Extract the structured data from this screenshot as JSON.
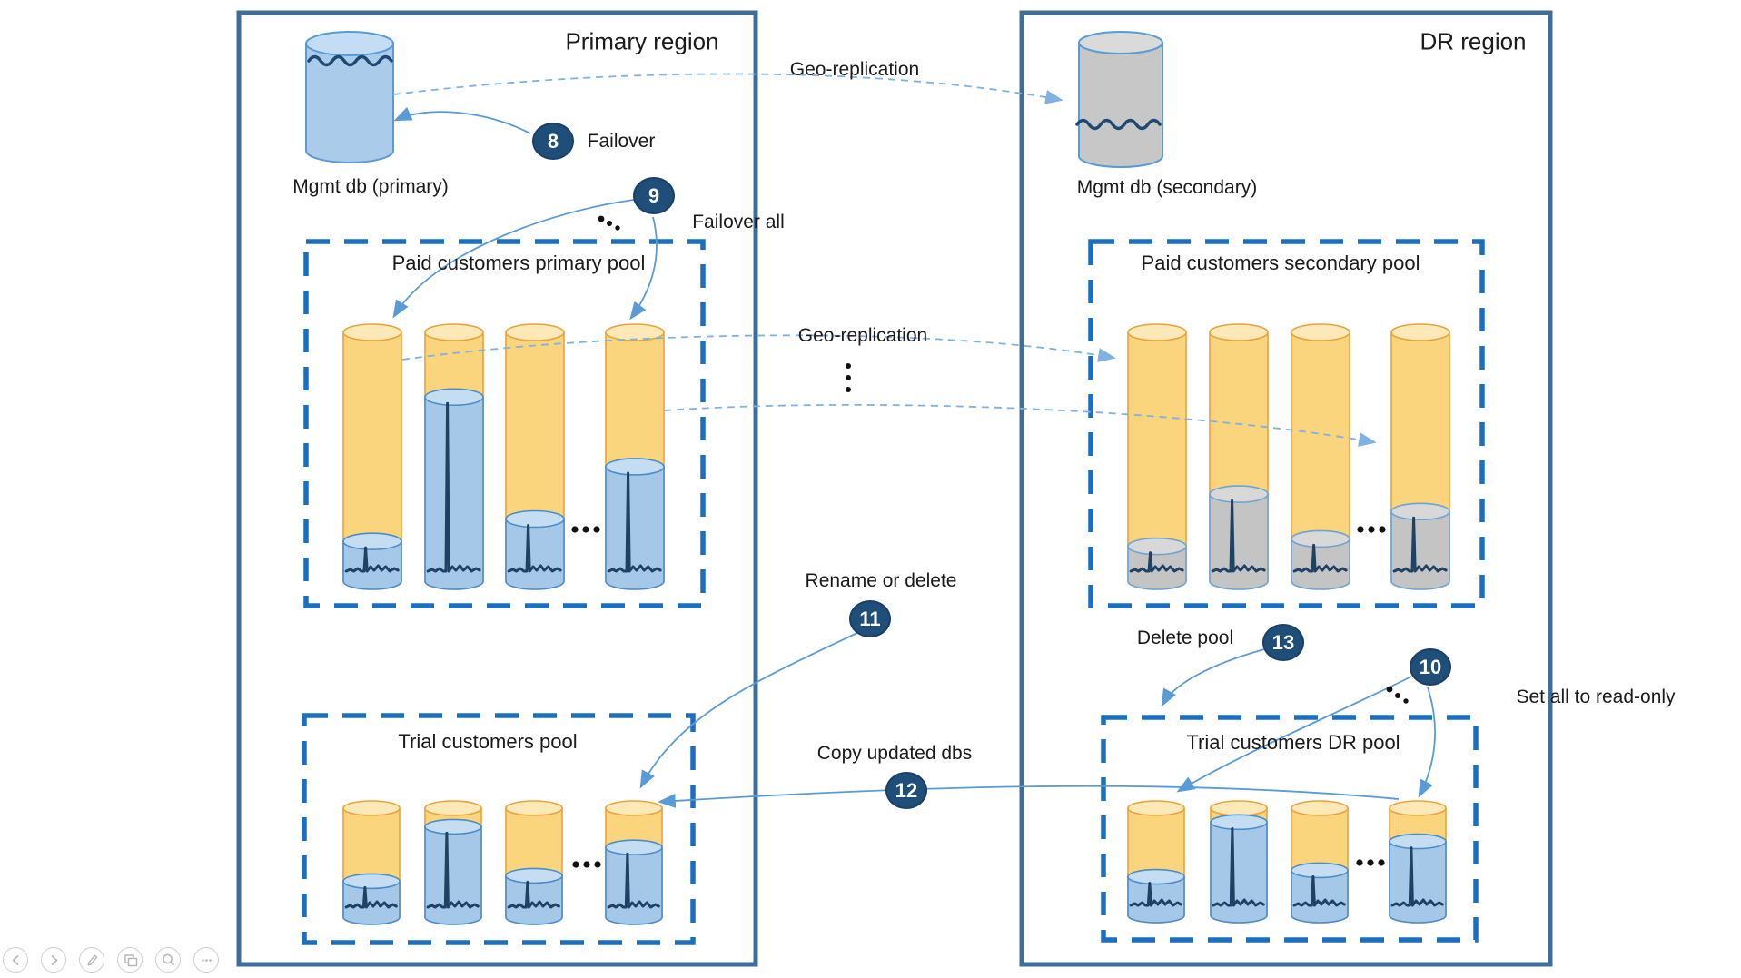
{
  "slide": {
    "primary_region": {
      "title": "Primary region",
      "mgmt_db_label": "Mgmt db (primary)"
    },
    "dr_region": {
      "title": "DR region",
      "mgmt_db_label": "Mgmt db (secondary)"
    },
    "geo_replication_top_label": "Geo-replication",
    "geo_replication_mid_label": "Geo-replication",
    "pools": [
      {
        "key": "paid_primary",
        "label": "Paid customers primary pool",
        "db_fill_style": "blue",
        "db_usage": [
          0.16,
          0.74,
          0.25,
          0.46
        ]
      },
      {
        "key": "paid_secondary",
        "label": "Paid customers secondary pool",
        "db_fill_style": "gray",
        "db_usage": [
          0.14,
          0.35,
          0.17,
          0.28
        ]
      },
      {
        "key": "trial_primary",
        "label": "Trial customers pool",
        "db_fill_style": "blue",
        "db_usage": [
          0.33,
          0.83,
          0.38,
          0.64
        ]
      },
      {
        "key": "trial_dr",
        "label": "Trial customers DR pool",
        "db_fill_style": "blue",
        "db_usage": [
          0.36,
          0.87,
          0.42,
          0.69
        ]
      }
    ],
    "steps": [
      {
        "number": "8",
        "label": "Failover"
      },
      {
        "number": "9",
        "label": "Failover all"
      },
      {
        "number": "10",
        "label": "Set all to read-only"
      },
      {
        "number": "11",
        "label": "Rename or delete"
      },
      {
        "number": "12",
        "label": "Copy updated dbs"
      },
      {
        "number": "13",
        "label": "Delete pool"
      }
    ]
  },
  "toolbar": {
    "icons": [
      "previous-slide",
      "next-slide",
      "pen",
      "see-all-slides",
      "zoom",
      "more-options"
    ]
  },
  "colors": {
    "region_border": "#3F6C99",
    "pool_border": "#1B6FC1",
    "connector": "#5B9BD5",
    "dashed_connector": "#7FB2E2",
    "badge_fill": "#1F4E79",
    "db_capacity": "#FBD47E",
    "db_used_blue": "#A6C8E8",
    "db_used_gray": "#C4C4C4",
    "usage_graph": "#1F4163"
  }
}
